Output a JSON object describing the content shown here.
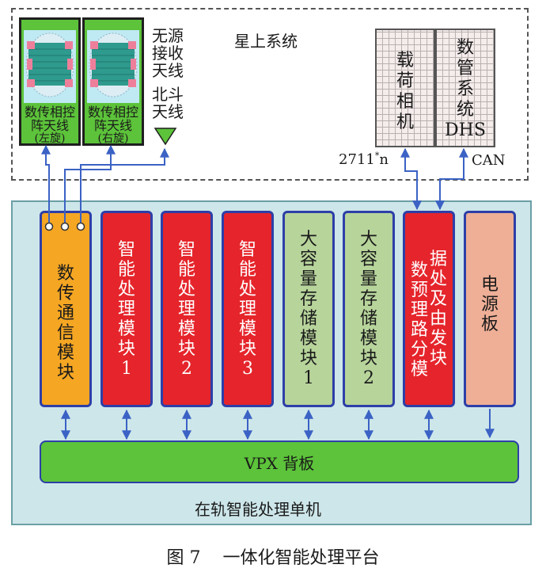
{
  "satellite_system_label": "星上系统",
  "antennas": [
    {
      "line1": "数传相控",
      "line2": "阵天线",
      "line3": "(左旋)"
    },
    {
      "line1": "数传相控",
      "line2": "阵天线",
      "line3": "(右旋)"
    }
  ],
  "passive_antenna_label": {
    "line1": "无源",
    "line2": "接收",
    "line3": "天线"
  },
  "beidou_antenna_label": {
    "line1": "北斗",
    "line2": "天线"
  },
  "payload_camera": {
    "line1": "载",
    "line2": "荷",
    "line3": "相",
    "line4": "机"
  },
  "dhs": {
    "line1": "数",
    "line2": "管",
    "line3": "系",
    "line4": "统",
    "line5": "DHS"
  },
  "bus_labels": {
    "left": "2711",
    "left_sup": "*",
    "left_suffix": "n",
    "right": "CAN"
  },
  "modules": [
    {
      "lines": [
        "数",
        "传",
        "通",
        "信",
        "模",
        "块"
      ],
      "color": "#f5a623"
    },
    {
      "lines": [
        "智",
        "能",
        "处",
        "理",
        "模",
        "块",
        "1"
      ],
      "color": "#e5252b"
    },
    {
      "lines": [
        "智",
        "能",
        "处",
        "理",
        "模",
        "块",
        "2"
      ],
      "color": "#e5252b"
    },
    {
      "lines": [
        "智",
        "能",
        "处",
        "理",
        "模",
        "块",
        "3"
      ],
      "color": "#e5252b"
    },
    {
      "lines": [
        "大",
        "容",
        "量",
        "存",
        "储",
        "模",
        "块",
        "1"
      ],
      "color": "#b7d49b"
    },
    {
      "lines": [
        "大",
        "容",
        "量",
        "存",
        "储",
        "模",
        "块",
        "2"
      ],
      "color": "#b7d49b"
    },
    {
      "col_right": [
        "据",
        "处",
        "及",
        "由",
        "发",
        "块"
      ],
      "col_left": [
        "数",
        "预",
        "理",
        "路",
        "分",
        "模"
      ],
      "color": "#e5252b"
    },
    {
      "lines": [
        "电",
        "源",
        "板"
      ],
      "color": "#eeaf96"
    }
  ],
  "backplane_label": "VPX 背板",
  "unit_label": "在轨智能处理单机",
  "caption": "图 7    一体化智能处理平台"
}
